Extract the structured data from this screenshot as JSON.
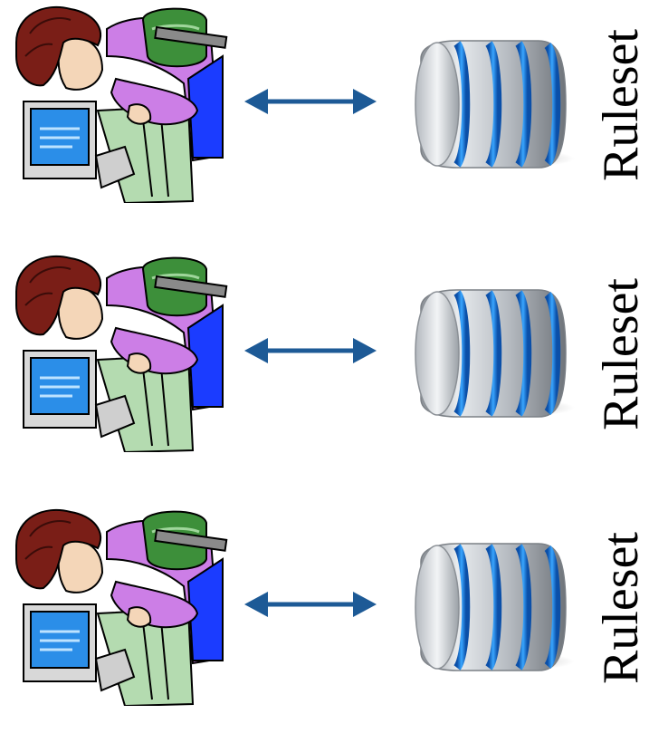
{
  "rows": [
    {
      "label": "Ruleset"
    },
    {
      "label": "Ruleset"
    },
    {
      "label": "Ruleset"
    }
  ],
  "colors": {
    "arrow": "#1d5a96",
    "db_band": "#1b7fe0",
    "db_body": "#b9bec4",
    "hair": "#7a1e17",
    "shirt": "#cc7ee6",
    "chair": "#3d8f3a",
    "monitor_screen": "#2b8ee8"
  },
  "icons": [
    "user-at-computer-icon",
    "bidirectional-arrow-icon",
    "database-icon"
  ]
}
